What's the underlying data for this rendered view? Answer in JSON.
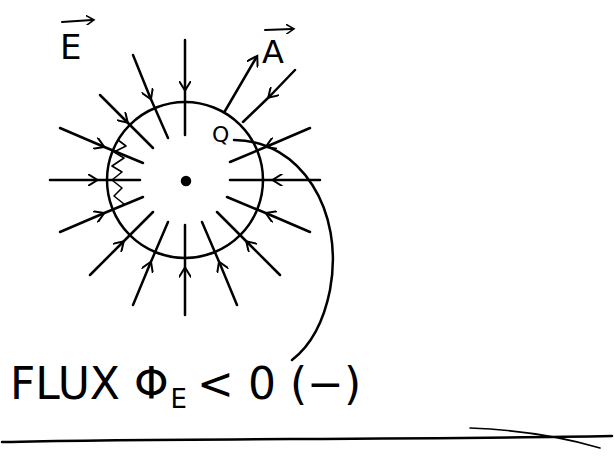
{
  "diagram": {
    "labels": [
      "E",
      "A",
      "Q",
      "FLUX Φ",
      "E",
      "< 0 (−)"
    ]
  }
}
